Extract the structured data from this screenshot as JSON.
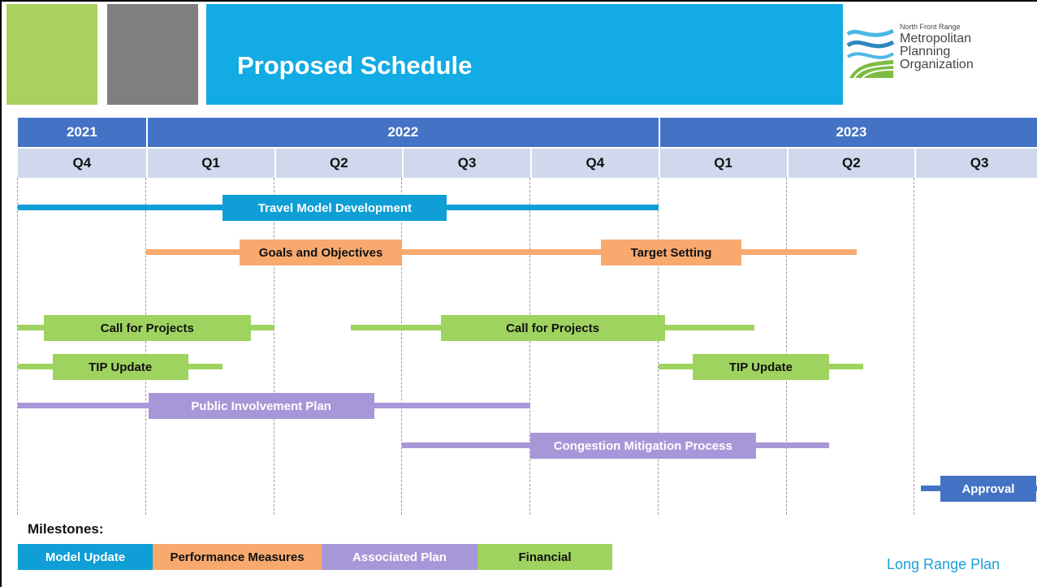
{
  "title": "Proposed Schedule",
  "logo": {
    "line1": "North Front Range",
    "line2": "Metropolitan",
    "line3": "Planning",
    "line4": "Organization"
  },
  "colors": {
    "model_update": "#0F9ED5",
    "performance_measures": "#F7A96E",
    "associated_plan": "#A897D8",
    "financial": "#9FD360",
    "approval": "#4472C4",
    "title_band": "#12ABE3",
    "deco_green": "#A9D15E",
    "deco_gray": "#7F7F7F"
  },
  "years": [
    {
      "label": "2021",
      "span_quarters": 1
    },
    {
      "label": "2022",
      "span_quarters": 4
    },
    {
      "label": "2023",
      "span_quarters": 3
    }
  ],
  "quarters": [
    "Q4",
    "Q1",
    "Q2",
    "Q3",
    "Q4",
    "Q1",
    "Q2",
    "Q3"
  ],
  "timeline": [
    {
      "label": "Travel Model Development",
      "category": "model_update",
      "start": 0.0,
      "end": 5.0,
      "label_start": 1.6,
      "label_end": 3.35
    },
    {
      "label": "Goals and Objectives",
      "category": "performance_measures",
      "start": 1.0,
      "end": 3.0,
      "label_start": 1.73,
      "label_end": 3.0
    },
    {
      "label": "Target Setting",
      "category": "performance_measures",
      "start": 3.0,
      "end": 6.55,
      "label_start": 4.55,
      "label_end": 5.65
    },
    {
      "label": "Call for Projects",
      "category": "financial",
      "start": 0.0,
      "end": 2.0,
      "label_start": 0.2,
      "label_end": 1.82
    },
    {
      "label": "Call for Projects",
      "category": "financial",
      "start": 2.6,
      "end": 5.75,
      "label_start": 3.3,
      "label_end": 5.05
    },
    {
      "label": "TIP Update",
      "category": "financial",
      "start": 0.0,
      "end": 1.6,
      "label_start": 0.27,
      "label_end": 1.33
    },
    {
      "label": "TIP Update",
      "category": "financial",
      "start": 5.0,
      "end": 6.6,
      "label_start": 5.27,
      "label_end": 6.33
    },
    {
      "label": "Public Involvement Plan",
      "category": "associated_plan",
      "start": 0.0,
      "end": 4.0,
      "label_start": 1.02,
      "label_end": 2.78
    },
    {
      "label": "Congestion Mitigation Process",
      "category": "associated_plan",
      "start": 3.0,
      "end": 6.33,
      "label_start": 4.0,
      "label_end": 5.76
    },
    {
      "label": "Approval",
      "category": "approval",
      "start": 7.05,
      "end": 8.0,
      "label_start": 7.2,
      "label_end": 7.95
    }
  ],
  "milestones_label": "Milestones:",
  "legend": [
    {
      "label": "Model Update",
      "category": "model_update"
    },
    {
      "label": "Performance Measures",
      "category": "performance_measures"
    },
    {
      "label": "Associated Plan",
      "category": "associated_plan"
    },
    {
      "label": "Financial",
      "category": "financial"
    }
  ],
  "footer": "Long Range Plan"
}
